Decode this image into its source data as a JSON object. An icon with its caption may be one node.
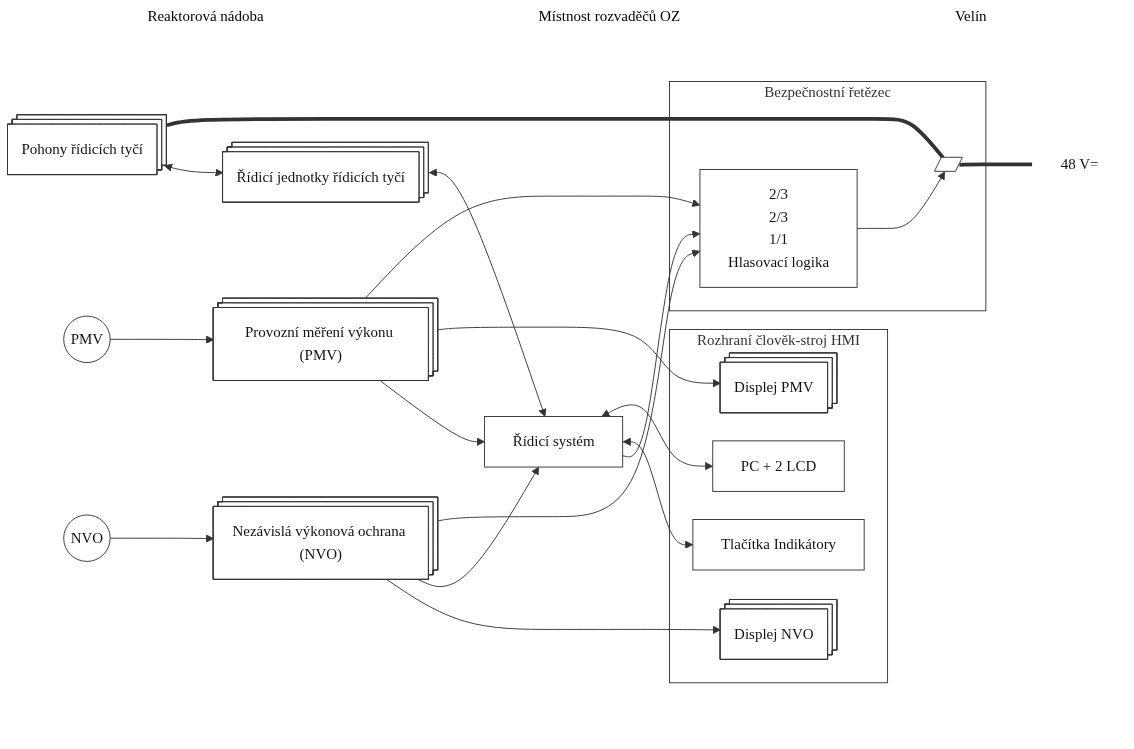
{
  "diagram": {
    "nodes": [
      {
        "text": [
          "PMV"
        ]
      },
      {
        "text": [
          "Provozní měření výkonu (PMV)"
        ]
      },
      {
        "text": [
          "Řídicí systém"
        ]
      },
      {
        "text": [
          "Rozhraní člověk-stroj HMI"
        ]
      },
      {
        "text": [
          "Displej PMV"
        ],
        "in": 3
      },
      {
        "text": [
          "Displej NVO"
        ],
        "in": 3
      },
      {
        "text": [
          "Tlačítka Indikátory"
        ],
        "in": 3
      },
      {
        "text": [
          "PC + 2 LCD"
        ],
        "in": 3
      },
      {
        "text": [
          "NVO"
        ]
      },
      {
        "text": [
          "Nezávislá výkonová ochrana (NVO)"
        ]
      },
      {
        "text": [
          "Bezpečnostní řetězec"
        ]
      },
      {
        "text": [
          "2/3",
          "2/3",
          "1/1",
          "Hlasovací logika"
        ],
        "in": 10
      },
      {
        "text": [],
        "shape": "switch",
        "in": 10
      },
      {
        "text": [
          "48 V="
        ]
      },
      {
        "text": [
          "Řídicí jednotky řídicích tyčí"
        ]
      },
      {
        "text": [
          "Pohony řídicích tyčí"
        ]
      }
    ],
    "edges": [
      {
        "from": 0,
        "to": 1,
        "arrow": "to"
      },
      {
        "from": 1,
        "to": 2,
        "arrow": "to"
      },
      {
        "from": 1,
        "to": 4,
        "arrow": "to"
      },
      {
        "from": 9,
        "to": 5,
        "arrow": "to"
      },
      {
        "from": 8,
        "to": 9,
        "arrow": "to"
      },
      {
        "from": 9,
        "to": 2,
        "arrow": "to"
      },
      {
        "from": 1,
        "to": 11,
        "arrow": "to"
      },
      {
        "from": 9,
        "to": 11,
        "arrow": "to"
      },
      {
        "from": 2,
        "to": 11,
        "arrow": "to"
      },
      {
        "from": 2,
        "to": 6,
        "arrow": "both"
      },
      {
        "from": 2,
        "to": 7,
        "arrow": "both"
      },
      {
        "from": 14,
        "to": 2,
        "arrow": "both"
      },
      {
        "from": 15,
        "to": 14,
        "arrow": "both"
      },
      {
        "from": 11,
        "to": 12,
        "arrow": "to"
      },
      {
        "from": 15,
        "to": 12,
        "arrow": "none",
        "style": "thick"
      },
      {
        "from": 12,
        "to": 13,
        "arrow": "none",
        "style": "thick"
      }
    ],
    "labels": [
      "Reaktorová nádoba",
      "Místnost rozvaděčů OZ",
      "Velín"
    ]
  }
}
